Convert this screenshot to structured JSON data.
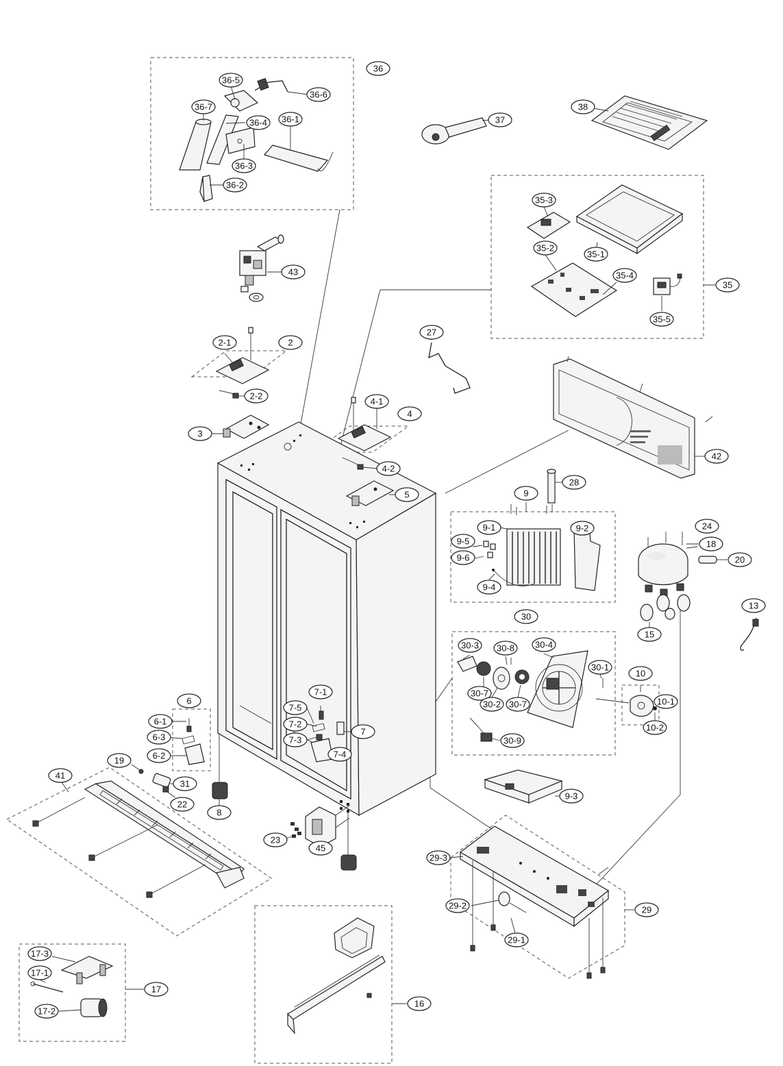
{
  "labels": {
    "l36": "36",
    "l36_1": "36-1",
    "l36_2": "36-2",
    "l36_3": "36-3",
    "l36_4": "36-4",
    "l36_5": "36-5",
    "l36_6": "36-6",
    "l36_7": "36-7",
    "l37": "37",
    "l38": "38",
    "l35": "35",
    "l35_1": "35-1",
    "l35_2": "35-2",
    "l35_3": "35-3",
    "l35_4": "35-4",
    "l35_5": "35-5",
    "l43": "43",
    "l27": "27",
    "l2": "2",
    "l2_1": "2-1",
    "l2_2": "2-2",
    "l3": "3",
    "l4": "4",
    "l4_1": "4-1",
    "l4_2": "4-2",
    "l5": "5",
    "l42": "42",
    "l28": "28",
    "l9": "9",
    "l9_1": "9-1",
    "l9_2": "9-2",
    "l9_4": "9-4",
    "l9_5": "9-5",
    "l9_6": "9-6",
    "l9_3": "9-3",
    "l24": "24",
    "l18": "18",
    "l20": "20",
    "l15": "15",
    "l13": "13",
    "l30": "30",
    "l30_1": "30-1",
    "l30_2": "30-2",
    "l30_3": "30-3",
    "l30_4": "30-4",
    "l30_7a": "30-7",
    "l30_7b": "30-7",
    "l30_8": "30-8",
    "l30_9": "30-9",
    "l10": "10",
    "l10_1": "10-1",
    "l10_2": "10-2",
    "l6": "6",
    "l6_1": "6-1",
    "l6_2": "6-2",
    "l6_3": "6-3",
    "l7": "7",
    "l7_1": "7-1",
    "l7_2": "7-2",
    "l7_3": "7-3",
    "l7_4": "7-4",
    "l7_5": "7-5",
    "l8": "8",
    "l19": "19",
    "l22": "22",
    "l31": "31",
    "l41": "41",
    "l23": "23",
    "l45": "45",
    "l29": "29",
    "l29_1": "29-1",
    "l29_2": "29-2",
    "l29_3": "29-3",
    "l16": "16",
    "l17": "17",
    "l17_1": "17-1",
    "l17_2": "17-2",
    "l17_3": "17-3"
  }
}
